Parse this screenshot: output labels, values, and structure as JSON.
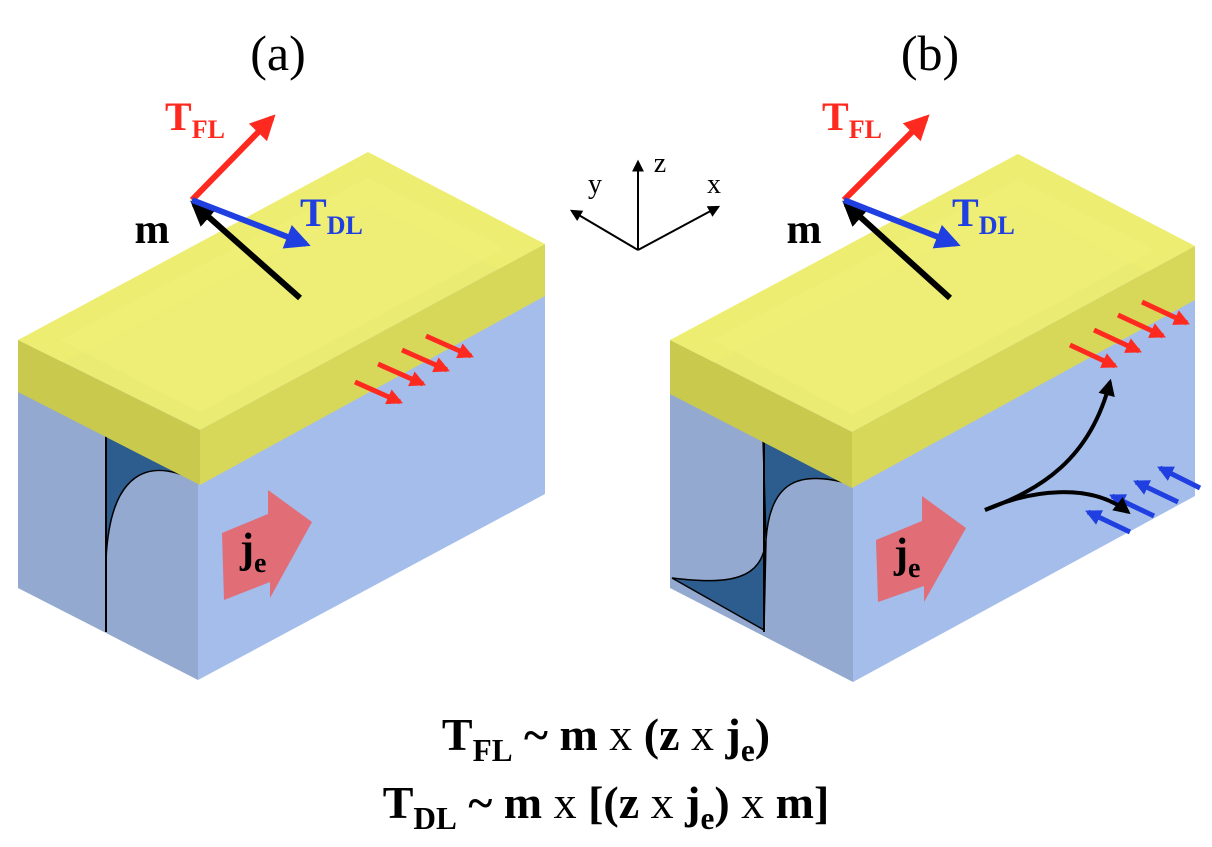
{
  "panels": [
    {
      "label": "(a)",
      "m_label": "m",
      "t_fl": {
        "base": "T",
        "sub": "FL"
      },
      "t_dl": {
        "base": "T",
        "sub": "DL"
      },
      "je": {
        "base": "j",
        "sub": "e"
      }
    },
    {
      "label": "(b)",
      "m_label": "m",
      "t_fl": {
        "base": "T",
        "sub": "FL"
      },
      "t_dl": {
        "base": "T",
        "sub": "DL"
      },
      "je": {
        "base": "j",
        "sub": "e"
      }
    }
  ],
  "axes": {
    "x": "x",
    "y": "y",
    "z": "z"
  },
  "formulas": {
    "fl": {
      "T": "T",
      "sub": "FL",
      "rhs_a": " ~ m ",
      "x1": "x",
      "rhs_b": " (z ",
      "x2": "x",
      "rhs_c": " j",
      "jsub": "e",
      "rhs_d": ")"
    },
    "dl": {
      "T": "T",
      "sub": "DL",
      "rhs_a": " ~ m ",
      "x1": "x",
      "rhs_b": " [(z ",
      "x2": "x",
      "rhs_c": " j",
      "jsub": "e",
      "rhs_d": ") ",
      "x3": "x",
      "rhs_e": " m]"
    }
  },
  "colors": {
    "yellow_layer": "#e8e85a",
    "blue_block": "#a9c1ee",
    "current_arrow": "#e8646a",
    "torque_fl": "#ff2a1f",
    "torque_dl": "#1f3fe0",
    "spin_red": "#ff2a1f",
    "spin_blue": "#1f3fe0",
    "profile": "#2d5d8e"
  }
}
